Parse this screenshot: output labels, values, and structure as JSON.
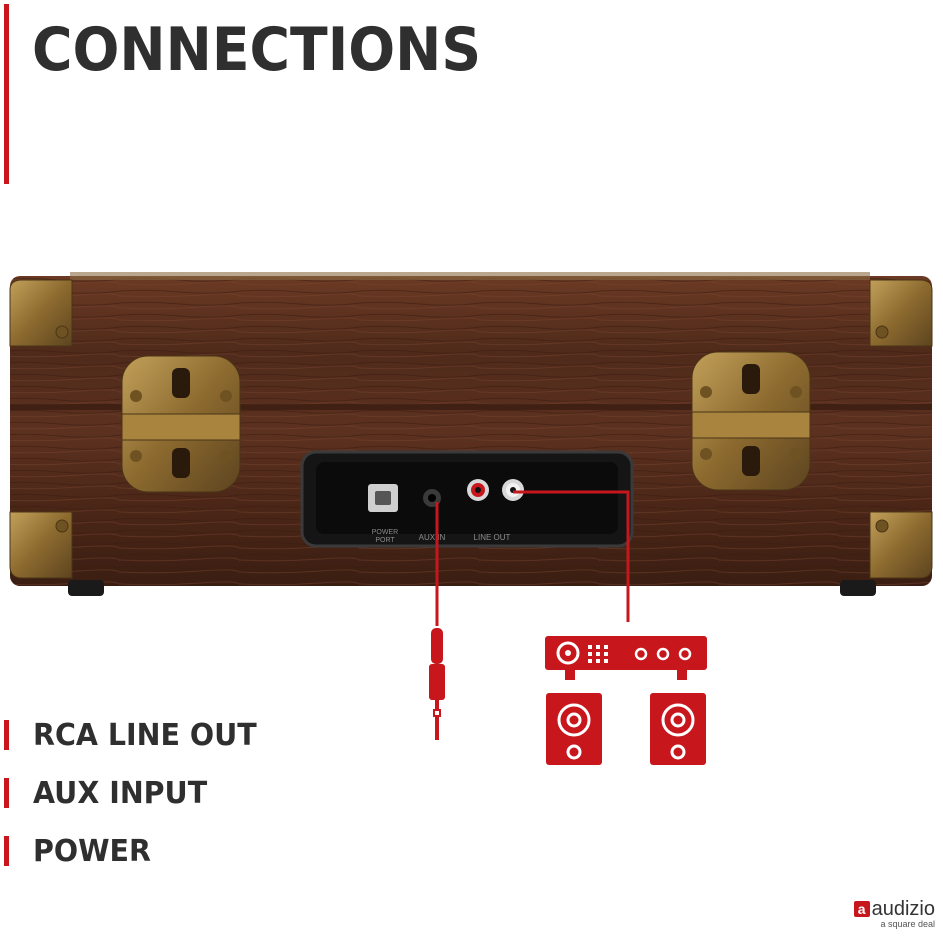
{
  "title": "CONNECTIONS",
  "features": [
    "RCA LINE OUT",
    "AUX INPUT",
    "POWER"
  ],
  "panel_labels": {
    "power": "POWER\nPORT",
    "aux": "AUX IN",
    "line_out": "LINE OUT"
  },
  "brand": {
    "mark": "a",
    "name": "audizio",
    "tagline": "a square deal"
  },
  "colors": {
    "accent": "#c8161d",
    "text": "#2f2f2f",
    "wood": "#5a2f1e",
    "brass": "#9b7a3c"
  }
}
